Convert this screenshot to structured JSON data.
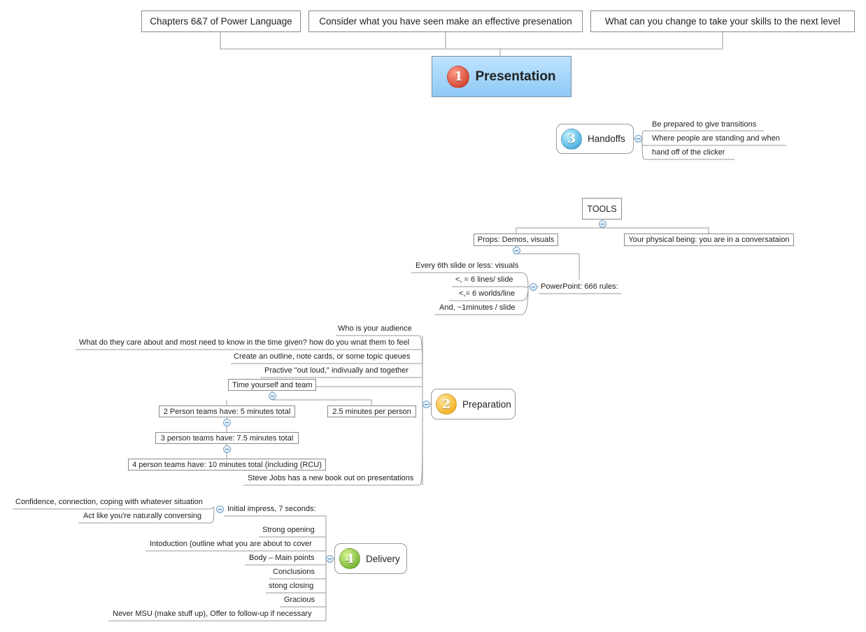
{
  "central": {
    "number": "1",
    "label": "Presentation"
  },
  "top_topics": [
    "Chapters 6&7 of Power Language",
    "Consider what you have seen make an effective presenation",
    "What can you change to take your skills to the next level"
  ],
  "handoffs": {
    "number": "3",
    "label": "Handoffs",
    "items": [
      "Be prepared to give transitions",
      "Where people are standing and when",
      "hand off of the clicker"
    ]
  },
  "tools": {
    "label": "TOOLS",
    "props": "Props: Demos, visuals",
    "physical": "Your physical being: you are in a conversataion",
    "powerpoint": "PowerPoint: 666 rules:",
    "pp_rules": [
      "Every 6th slide or less: visuals",
      "<, = 6 lines/ slide",
      "<,= 6 worlds/line",
      "And, ~1minutes / slide"
    ]
  },
  "preparation": {
    "number": "2",
    "label": "Preparation",
    "items": [
      "Who is your audience",
      "What do they care about and most need to know in the time given? how do you wnat them to feel",
      "Create an outline, note cards, or some topic queues",
      "Practive \"out loud,\" indivually and together",
      "Steve Jobs has a new book out on presentations"
    ],
    "time_label": "Time yourself and team",
    "per_person": "2.5 minutes per person",
    "teams": [
      "2 Person teams have: 5 minutes total",
      "3 person teams have: 7.5 minutes total",
      "4 person teams have: 10 minutes total (including (RCU)"
    ]
  },
  "delivery": {
    "number": "4",
    "label": "Delivery",
    "initial": "Initial impress, 7 seconds:",
    "initial_items": [
      "Confidence, connection, coping with whatever situation",
      "Act like you're naturally conversing"
    ],
    "items": [
      "Strong opening",
      "Intoduction (outline what you are about to cover",
      "Body – Main points",
      "Conclusions",
      "stong closing",
      "Gracious",
      "Never MSU (make stuff up), Offer to follow-up if necessary"
    ]
  },
  "colors": {
    "central_fill": "#9fd2f8",
    "line": "#9a9a9a",
    "badge_red": "#c52a16",
    "badge_orange": "#f0a500",
    "badge_blue": "#2a9bd6",
    "badge_green": "#5ca31e"
  }
}
